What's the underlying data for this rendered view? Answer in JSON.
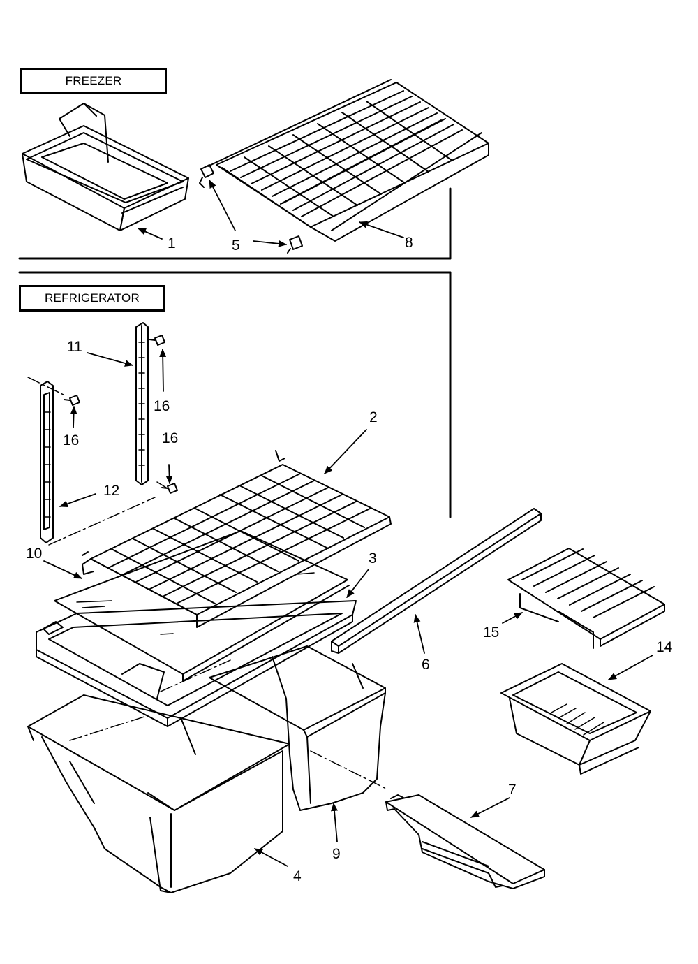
{
  "sections": {
    "freezer": "FREEZER",
    "refrigerator": "REFRIGERATOR"
  },
  "callouts": {
    "c1": "1",
    "c2": "2",
    "c3": "3",
    "c4": "4",
    "c5": "5",
    "c6": "6",
    "c7": "7",
    "c8": "8",
    "c9": "9",
    "c10": "10",
    "c11": "11",
    "c12": "12",
    "c14": "14",
    "c15": "15",
    "c16a": "16",
    "c16b": "16",
    "c16c": "16"
  },
  "colors": {
    "ink": "#000000",
    "paper": "#ffffff"
  }
}
